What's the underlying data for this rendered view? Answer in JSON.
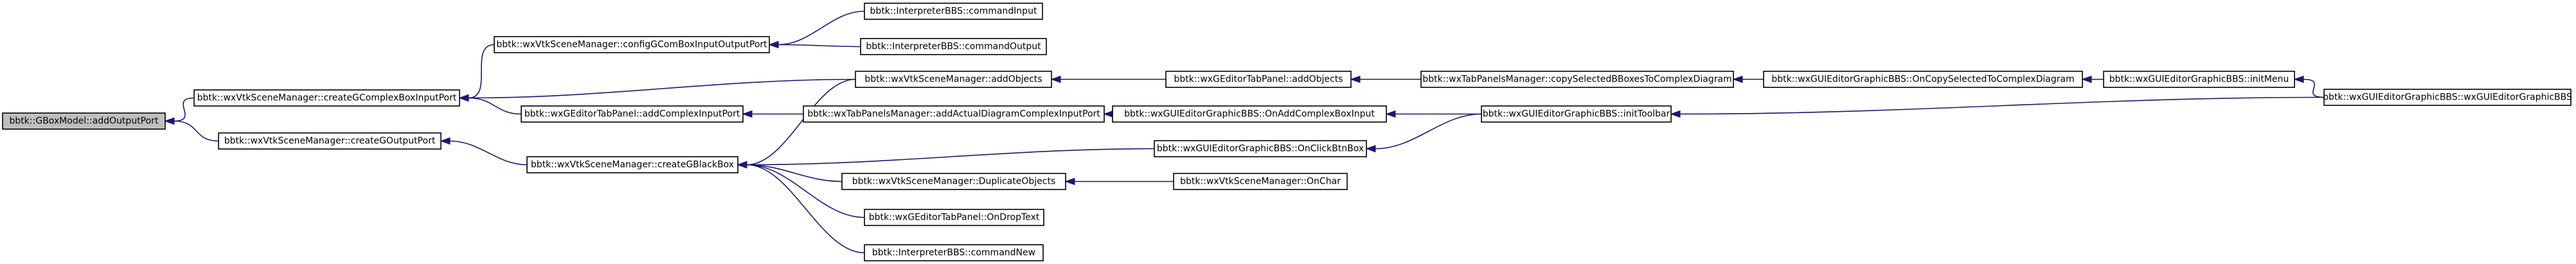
{
  "nodes": {
    "root": "bbtk::GBoxModel::addOutputPort",
    "createGComplexBoxInputPort": "bbtk::wxVtkSceneManager::createGComplexBoxInputPort",
    "createGOutputPort": "bbtk::wxVtkSceneManager::createGOutputPort",
    "configGComBoxInputOutputPort": "bbtk::wxVtkSceneManager::configGComBoxInputOutputPort",
    "addComplexInputPort": "bbtk::wxGEditorTabPanel::addComplexInputPort",
    "createGBlackBox": "bbtk::wxVtkSceneManager::createGBlackBox",
    "commandInput": "bbtk::InterpreterBBS::commandInput",
    "commandOutput": "bbtk::InterpreterBBS::commandOutput",
    "addObjects_scene": "bbtk::wxVtkSceneManager::addObjects",
    "addActualDiagramComplexInputPort": "bbtk::wxTabPanelsManager::addActualDiagramComplexInputPort",
    "duplicateObjects": "bbtk::wxVtkSceneManager::DuplicateObjects",
    "onDropText": "bbtk::wxGEditorTabPanel::OnDropText",
    "commandNew": "bbtk::InterpreterBBS::commandNew",
    "addObjects_tab": "bbtk::wxGEditorTabPanel::addObjects",
    "onAddComplexBoxInput": "bbtk::wxGUIEditorGraphicBBS::OnAddComplexBoxInput",
    "onClickBtnBox": "bbtk::wxGUIEditorGraphicBBS::OnClickBtnBox",
    "onChar": "bbtk::wxVtkSceneManager::OnChar",
    "copySelectedBBoxes": "bbtk::wxTabPanelsManager::copySelectedBBoxesToComplexDiagram",
    "initToolbar": "bbtk::wxGUIEditorGraphicBBS::initToolbar",
    "onCopySelected": "bbtk::wxGUIEditorGraphicBBS::OnCopySelectedToComplexDiagram",
    "initMenu": "bbtk::wxGUIEditorGraphicBBS::initMenu",
    "ctor": "bbtk::wxGUIEditorGraphicBBS::wxGUIEditorGraphicBBS"
  },
  "edges": [
    [
      "createGComplexBoxInputPort",
      "root"
    ],
    [
      "createGOutputPort",
      "root"
    ],
    [
      "configGComBoxInputOutputPort",
      "createGComplexBoxInputPort"
    ],
    [
      "addObjects_scene",
      "createGComplexBoxInputPort"
    ],
    [
      "addComplexInputPort",
      "createGComplexBoxInputPort"
    ],
    [
      "createGBlackBox",
      "createGOutputPort"
    ],
    [
      "commandInput",
      "configGComBoxInputOutputPort"
    ],
    [
      "commandOutput",
      "configGComBoxInputOutputPort"
    ],
    [
      "addActualDiagramComplexInputPort",
      "addComplexInputPort"
    ],
    [
      "addObjects_scene",
      "createGBlackBox"
    ],
    [
      "onClickBtnBox",
      "createGBlackBox"
    ],
    [
      "duplicateObjects",
      "createGBlackBox"
    ],
    [
      "onDropText",
      "createGBlackBox"
    ],
    [
      "commandNew",
      "createGBlackBox"
    ],
    [
      "addObjects_tab",
      "addObjects_scene"
    ],
    [
      "onAddComplexBoxInput",
      "addActualDiagramComplexInputPort"
    ],
    [
      "onChar",
      "duplicateObjects"
    ],
    [
      "copySelectedBBoxes",
      "addObjects_tab"
    ],
    [
      "initToolbar",
      "onAddComplexBoxInput"
    ],
    [
      "initToolbar",
      "onClickBtnBox"
    ],
    [
      "onCopySelected",
      "copySelectedBBoxes"
    ],
    [
      "ctor",
      "initToolbar"
    ],
    [
      "initMenu",
      "onCopySelected"
    ],
    [
      "ctor",
      "initMenu"
    ]
  ]
}
